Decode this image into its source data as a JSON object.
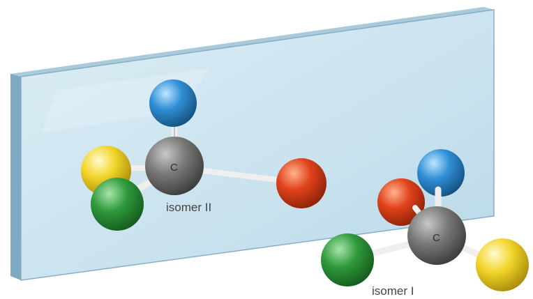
{
  "colors": {
    "mirror_face": "#cfe5f0",
    "mirror_edge": "#7fa9c2",
    "carbon": "#6e6f6d",
    "blue": "#2f8fd6",
    "orange": "#e0421b",
    "yellow": "#f2d52a",
    "green": "#2f9a3c",
    "bond": "#e8e8e8"
  },
  "isomer_2": {
    "caption": "isomer II",
    "carbon_symbol": "C",
    "atoms": [
      "blue",
      "orange",
      "yellow",
      "green"
    ]
  },
  "isomer_1": {
    "caption": "isomer I",
    "carbon_symbol": "C",
    "atoms": [
      "blue",
      "orange",
      "yellow",
      "green"
    ]
  }
}
